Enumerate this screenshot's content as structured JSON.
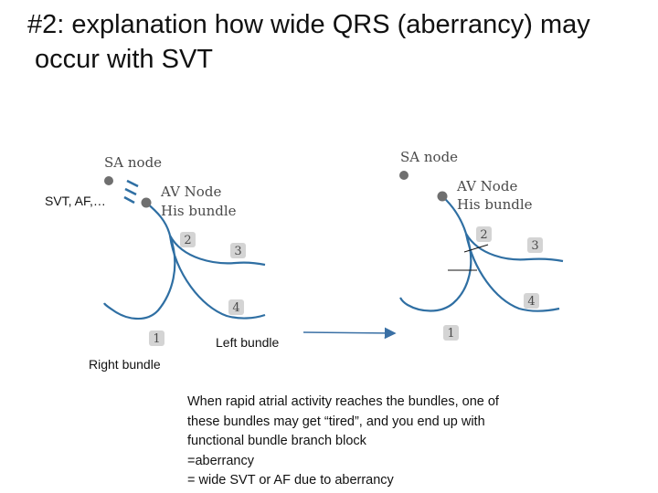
{
  "title": {
    "line1": "#2: explanation how wide QRS (aberrancy) may",
    "line2": "occur with SVT"
  },
  "left_diagram": {
    "sa_node": "SA node",
    "av_node": "AV Node",
    "his_bundle": "His bundle",
    "svt_label": "SVT, AF,…",
    "num1": "1",
    "num2": "2",
    "num3": "3",
    "num4": "4",
    "left_bundle": "Left bundle",
    "right_bundle": "Right bundle"
  },
  "right_diagram": {
    "sa_node": "SA node",
    "av_node": "AV Node",
    "his_bundle": "His bundle",
    "num1": "1",
    "num2": "2",
    "num3": "3",
    "num4": "4"
  },
  "explanation": {
    "line1": "When rapid atrial activity reaches the bundles, one of",
    "line2": "these bundles may get “tired”, and you end up with",
    "line3": "functional bundle branch block",
    "line4": "=aberrancy",
    "line5": "= wide SVT or AF due to aberrancy"
  },
  "colors": {
    "conduction": "#2f6fa3",
    "node": "#6f6f6f",
    "badge": "#d4d4d4",
    "arrow": "#3a70a5"
  }
}
